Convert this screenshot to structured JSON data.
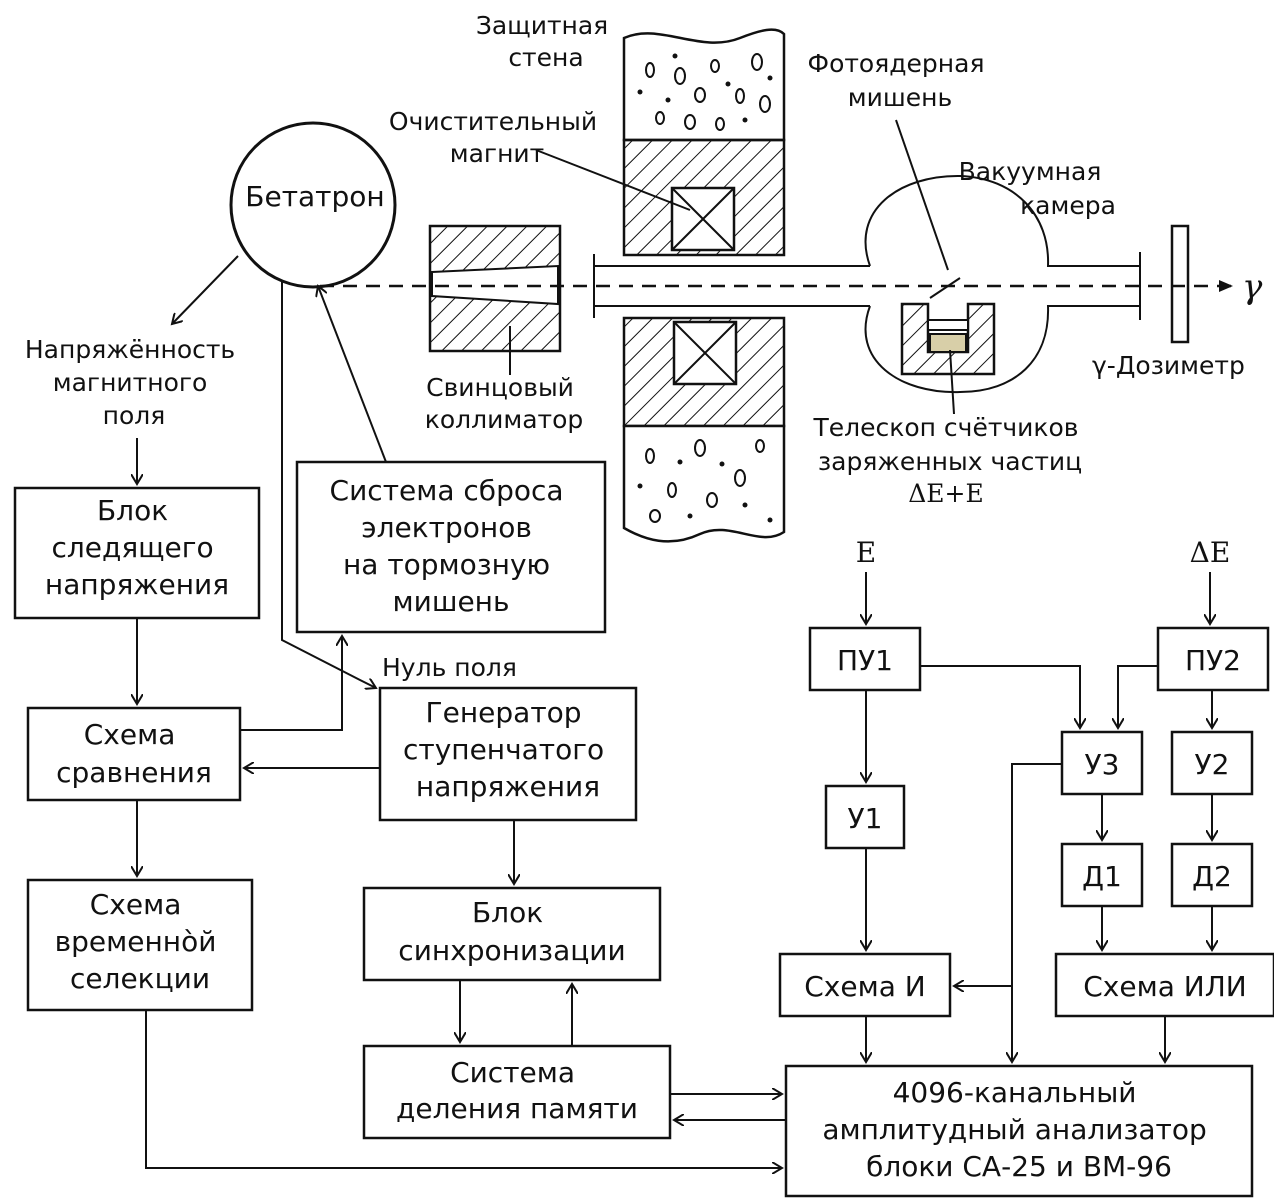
{
  "labels": {
    "wall": [
      "Защитная",
      "стена"
    ],
    "cleaning_magnet": [
      "Очистительный",
      "магнит"
    ],
    "photonuclear_target": [
      "Фотоядерная",
      "мишень"
    ],
    "vacuum_chamber": [
      "Вакуумная",
      "камера"
    ],
    "betatron": "Бетатрон",
    "lead_collimator": [
      "Свинцовый",
      "коллиматор"
    ],
    "gamma_symbol": "γ",
    "gamma_dosimeter": "γ-Дозиметр",
    "telescope": [
      "Телескоп счётчиков",
      "заряженных частиц",
      "ΔE+E"
    ],
    "field_strength": [
      "Напряжённость",
      "магнитного",
      "поля"
    ],
    "field_zero": "Нуль поля",
    "input_e": "E",
    "input_de": "ΔE"
  },
  "blocks": {
    "tracking_voltage": [
      "Блок",
      "следящего",
      "напряжения"
    ],
    "reset_system": [
      "Система сброса",
      "электронов",
      "на тормозную",
      "мишень"
    ],
    "comparison": [
      "Схема",
      "сравнения"
    ],
    "step_generator": [
      "Генератор",
      "ступенчатого",
      "напряжения"
    ],
    "time_selection": [
      "Схема",
      "временнòй",
      "селекции"
    ],
    "sync": [
      "Блок",
      "синхронизации"
    ],
    "memory_division": [
      "Система",
      "деления памяти"
    ],
    "pu1": "ПУ1",
    "pu2": "ПУ2",
    "u1": "У1",
    "u3": "У3",
    "u2": "У2",
    "d1": "Д1",
    "d2": "Д2",
    "and_gate": "Схема И",
    "or_gate": "Схема ИЛИ",
    "analyzer": [
      "4096-канальный",
      "амплитудный анализатор",
      "блоки СА-25 и ВМ-96"
    ]
  }
}
